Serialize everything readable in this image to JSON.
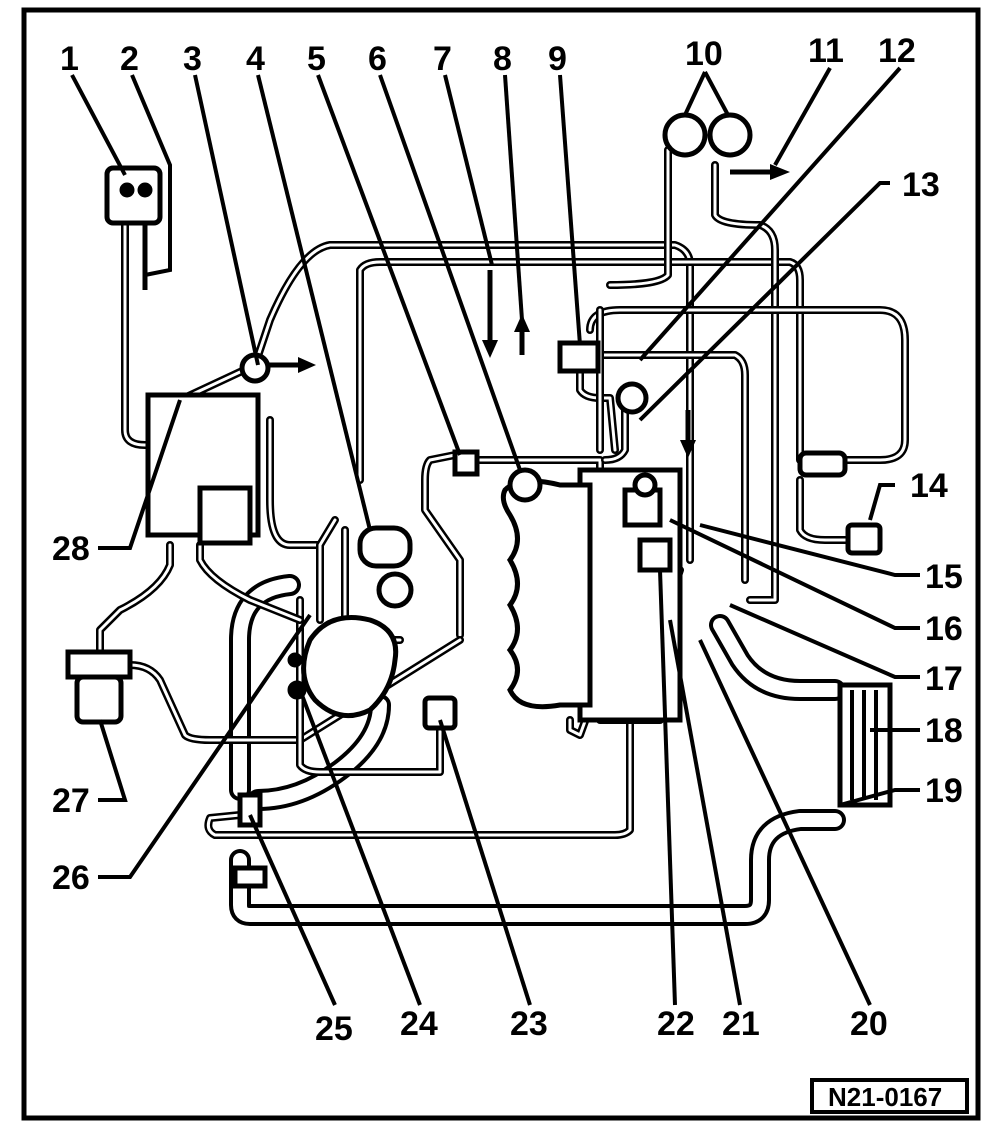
{
  "diagram": {
    "callouts": [
      {
        "num": "1"
      },
      {
        "num": "2"
      },
      {
        "num": "3"
      },
      {
        "num": "4"
      },
      {
        "num": "5"
      },
      {
        "num": "6"
      },
      {
        "num": "7"
      },
      {
        "num": "8"
      },
      {
        "num": "9"
      },
      {
        "num": "10"
      },
      {
        "num": "11"
      },
      {
        "num": "12"
      },
      {
        "num": "13"
      },
      {
        "num": "14"
      },
      {
        "num": "15"
      },
      {
        "num": "16"
      },
      {
        "num": "17"
      },
      {
        "num": "18"
      },
      {
        "num": "19"
      },
      {
        "num": "20"
      },
      {
        "num": "21"
      },
      {
        "num": "22"
      },
      {
        "num": "23"
      },
      {
        "num": "24"
      },
      {
        "num": "25"
      },
      {
        "num": "26"
      },
      {
        "num": "27"
      },
      {
        "num": "28"
      }
    ],
    "reference_code": "N21-0167"
  },
  "colors": {
    "line": "#000000",
    "background": "#ffffff"
  }
}
